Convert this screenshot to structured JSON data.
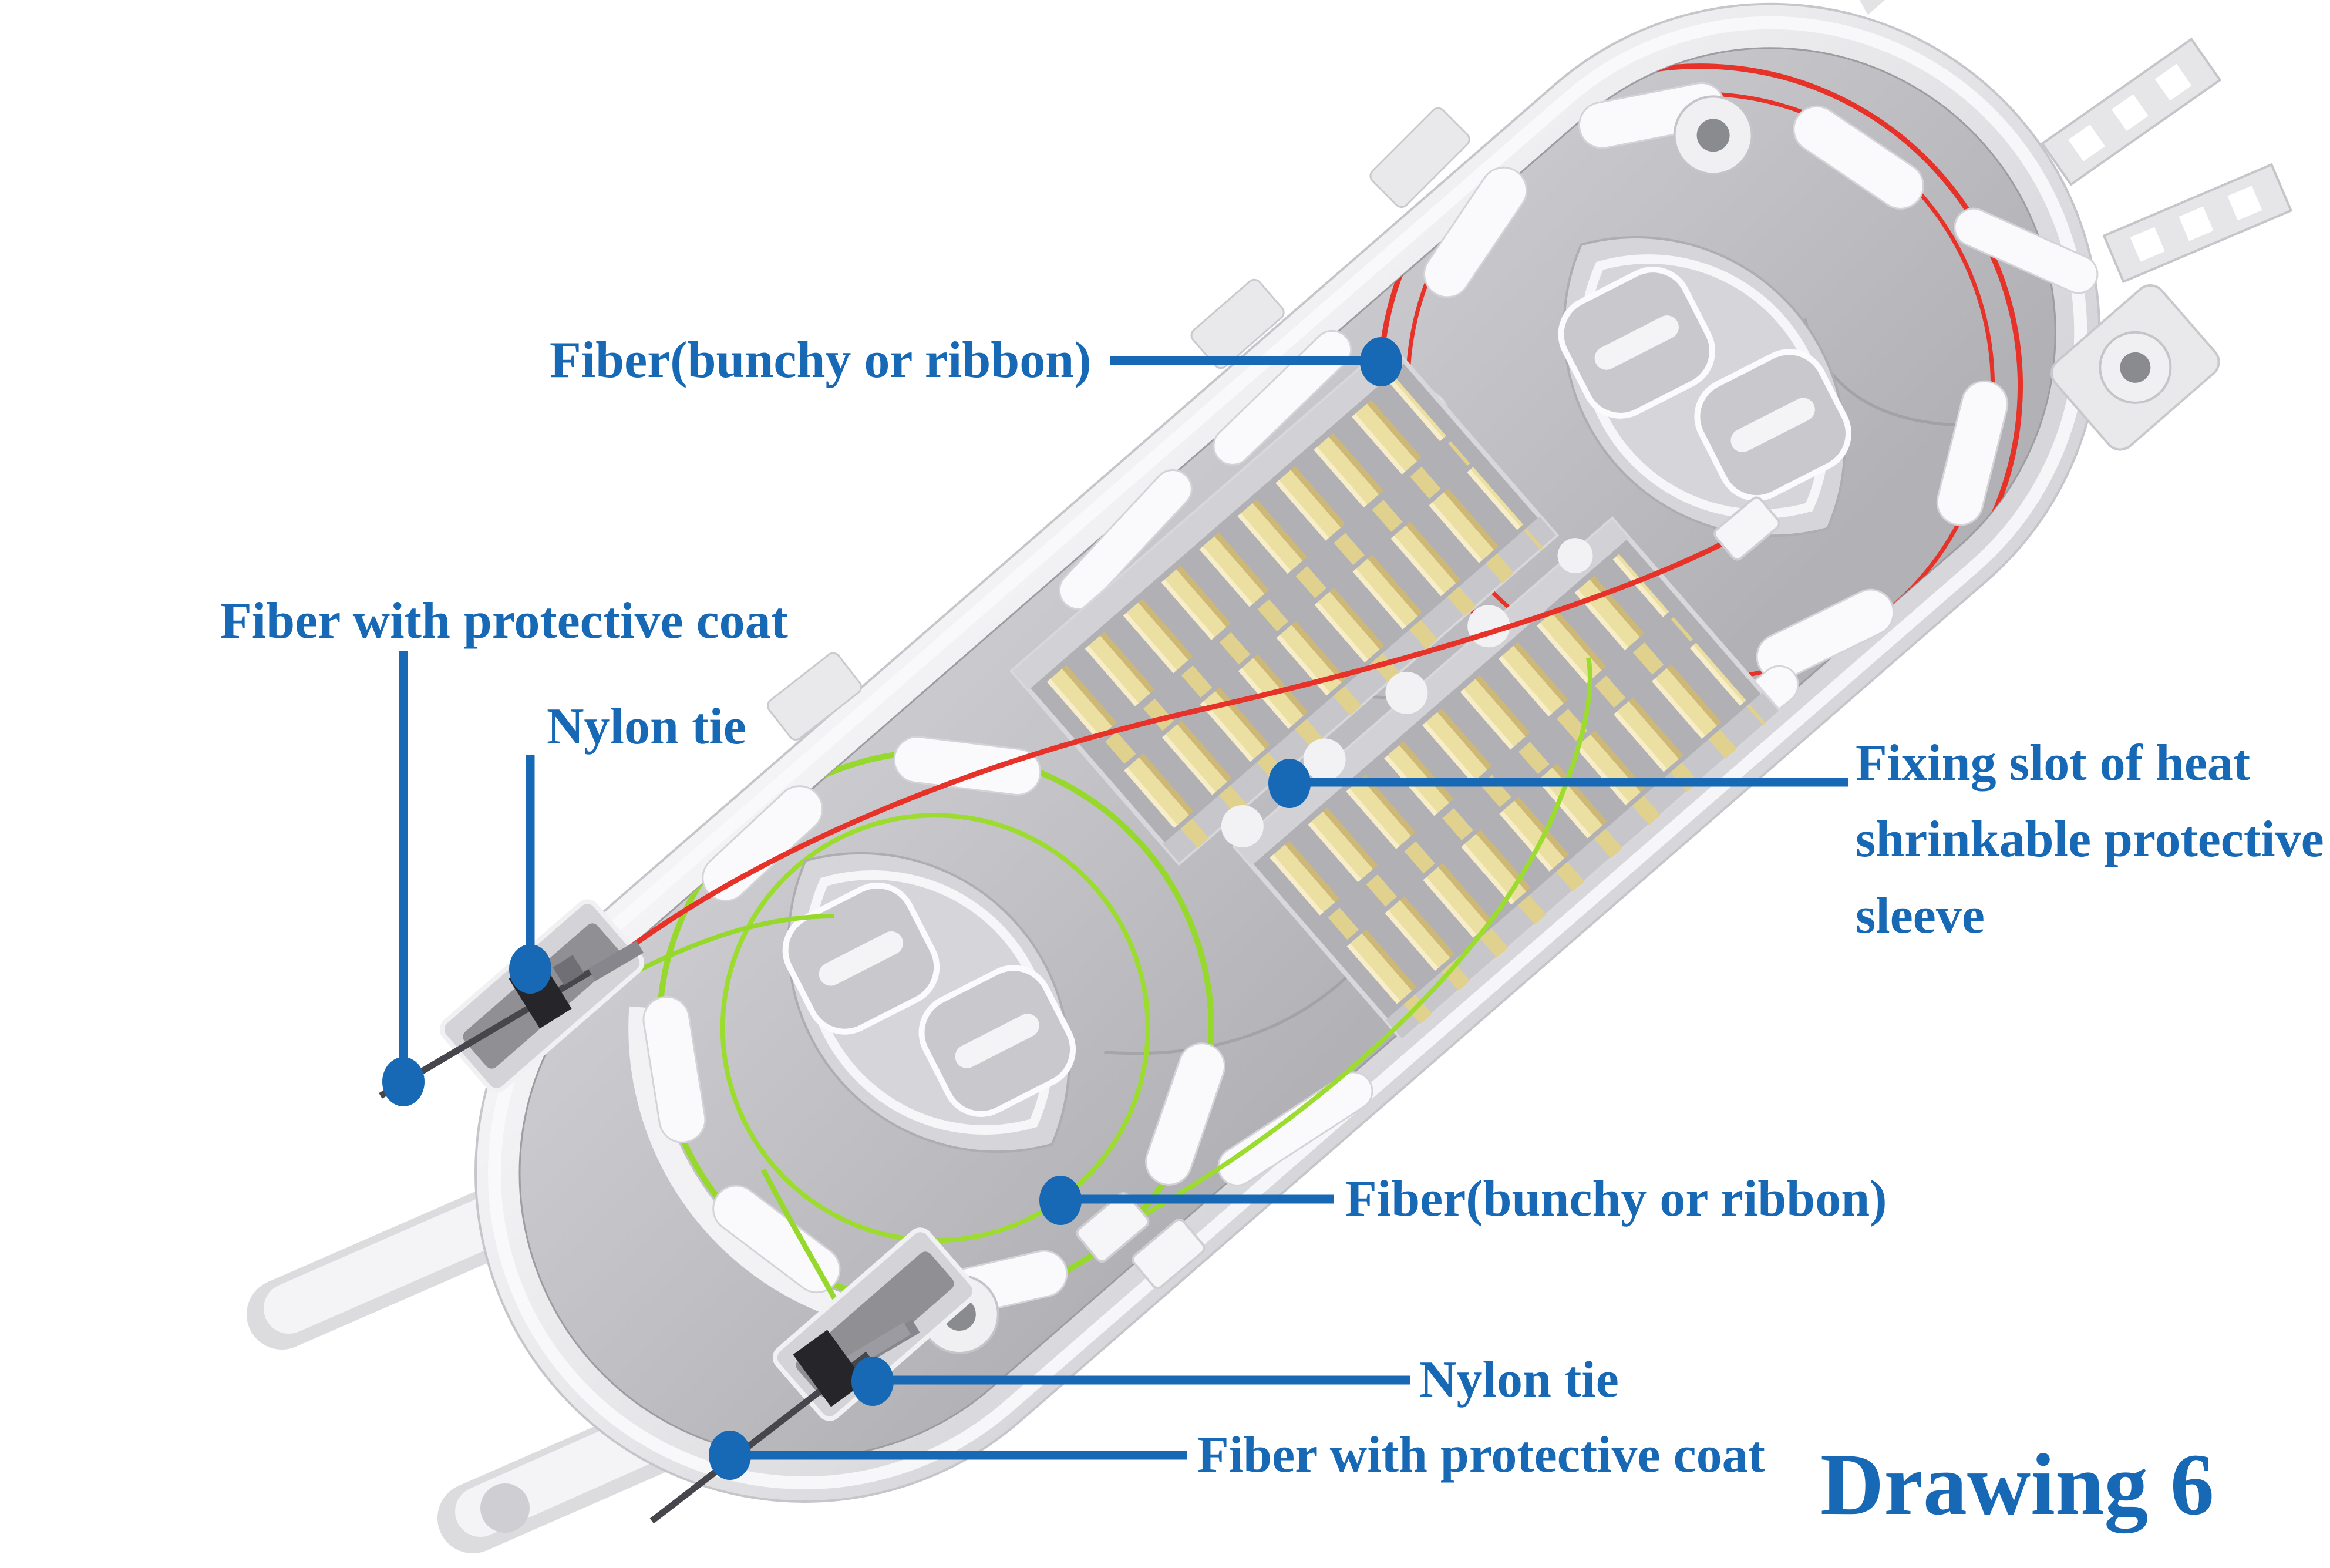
{
  "title": {
    "text": "Drawing 6"
  },
  "annotations": {
    "fiber_top": {
      "text": "Fiber(bunchy or ribbon)"
    },
    "coat_left": {
      "text": "Fiber with protective coat"
    },
    "nylon_left": {
      "text": "Nylon tie"
    },
    "fixing_slot": {
      "lines": [
        "Fixing slot of heat",
        "shrinkable protective",
        "sleeve"
      ]
    },
    "fiber_bottom": {
      "text": "Fiber(bunchy or ribbon)"
    },
    "nylon_bottom": {
      "text": "Nylon tie"
    },
    "coat_bottom": {
      "text": "Fiber with protective coat"
    }
  },
  "colors": {
    "label_blue": "#1768b5",
    "fiber_red": "#e63228",
    "fiber_green": "#97d82c",
    "splice_comb_yellow": "#ecdfa2",
    "tray_wall": "#efeff2",
    "tray_floor": "#c3c3c7",
    "nylon_tie_black": "#26262a"
  },
  "icons": {
    "leader_dot": "blue filled dot marking annotated part"
  }
}
